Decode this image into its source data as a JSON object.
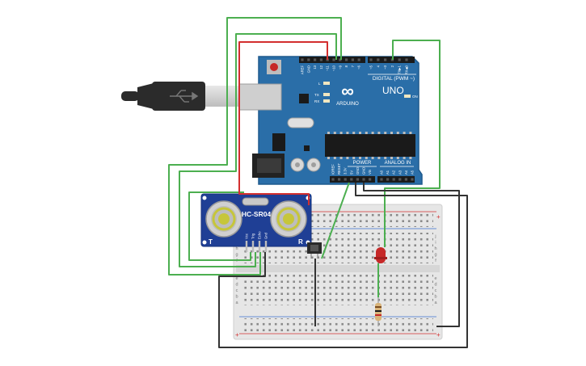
{
  "arduino": {
    "brand": "ARDUINO",
    "model": "UNO",
    "digital_label": "DIGITAL (PWM ~)",
    "power_label": "POWER",
    "analog_label": "ANALOG IN",
    "on_label": "ON",
    "tx_label": "TX",
    "rx_label": "RX",
    "l_label": "L",
    "infinity": "∞",
    "top_pins": [
      "AREF",
      "GND",
      "13",
      "12",
      "~11",
      "~10",
      "~9",
      "8",
      "7",
      "~6",
      "~5",
      "4",
      "~3",
      "2",
      "TX▶1",
      "RX◀0"
    ],
    "power_pins": [
      "IOREF",
      "RESET",
      "3.3V",
      "5V",
      "GND",
      "GND",
      "Vin"
    ],
    "analog_pins": [
      "A0",
      "A1",
      "A2",
      "A3",
      "A4",
      "A5"
    ],
    "board_color": "#2a6ea8",
    "board_dark": "#1e5a8e"
  },
  "sensor": {
    "model": "HC-SR04",
    "pins": [
      "Vcc",
      "Trig",
      "Echo",
      "Gnd"
    ],
    "left_mark": "T",
    "right_mark": "R",
    "pcb_color": "#1f3f95"
  },
  "breadboard": {
    "row_letters_top": [
      "j",
      "i",
      "h",
      "g",
      "f"
    ],
    "row_letters_bottom": [
      "e",
      "d",
      "c",
      "b",
      "a"
    ],
    "rail_plus": "+",
    "rail_minus": "−"
  },
  "colors": {
    "wire_green": "#4caf50",
    "wire_red": "#d32f2f",
    "wire_black": "#333333",
    "led": "#c62828",
    "usb": "#2b2b2b"
  }
}
